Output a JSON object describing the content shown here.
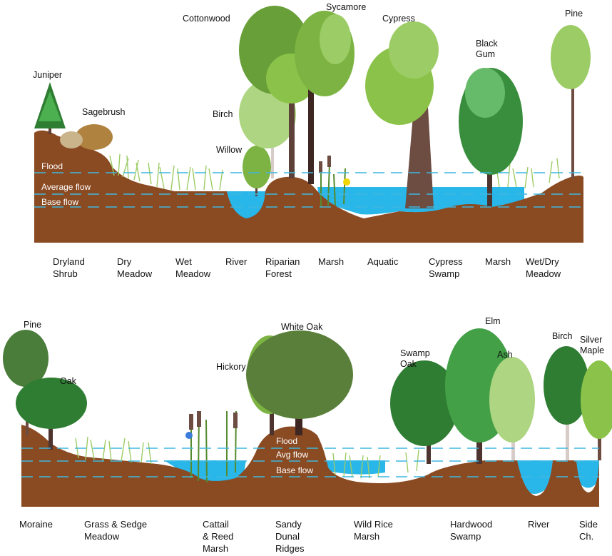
{
  "colors": {
    "soil": "#8a4a22",
    "water": "#29b6e8",
    "dash": "#3fb7e0",
    "tree_dark": "#2e7d32",
    "tree_mid": "#4caf50",
    "tree_light": "#8bc34a",
    "trunk": "#5d4037",
    "grass": "#9ccc65",
    "flower": "#f2d600",
    "iris": "#3b7bd9"
  },
  "top": {
    "species": [
      "Juniper",
      "Sagebrush",
      "Cottonwood",
      "Sycamore",
      "Cypress",
      "Black Gum",
      "Pine",
      "Birch",
      "Willow"
    ],
    "flow_levels": [
      "Flood",
      "Average flow",
      "Base flow"
    ],
    "zones": [
      "Dryland\nShrub",
      "Dry\nMeadow",
      "Wet\nMeadow",
      "River",
      "Riparian\nForest",
      "Marsh",
      "Aquatic",
      "Cypress\nSwamp",
      "Marsh",
      "Wet/Dry\nMeadow"
    ]
  },
  "bottom": {
    "species": [
      "Pine",
      "Oak",
      "White Oak",
      "Hickory",
      "Elm",
      "Swamp\nOak",
      "Ash",
      "Birch",
      "Silver\nMaple"
    ],
    "flow_levels": [
      "Flood",
      "Avg flow",
      "Base flow"
    ],
    "zones": [
      "Moraine",
      "Grass & Sedge\nMeadow",
      "Cattail\n& Reed\nMarsh",
      "Sandy\nDunal\nRidges",
      "Wild Rice\nMarsh",
      "Hardwood\nSwamp",
      "River",
      "Side\nCh."
    ]
  }
}
